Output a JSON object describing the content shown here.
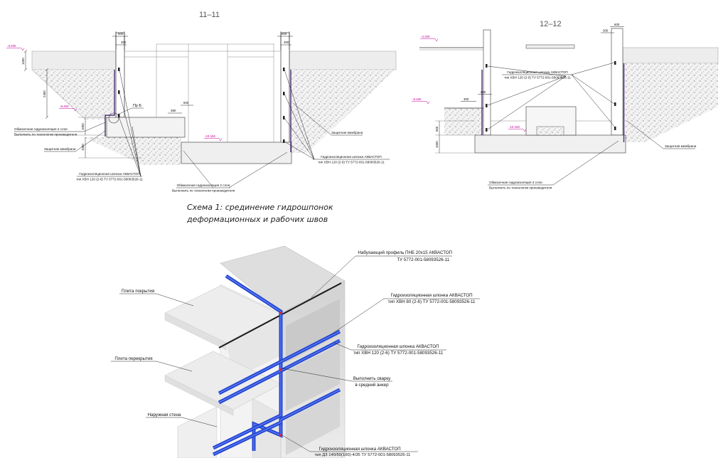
{
  "section_11": {
    "title": "11–11",
    "levels": [
      "-3.200",
      "-8.450",
      "-10.150"
    ],
    "dims": [
      "600",
      "300",
      "1000",
      "2400",
      "1000",
      "1000",
      "380",
      "600",
      "600",
      "300"
    ],
    "node_ref": "Пр Б",
    "coating": {
      "line1": "Обмазочная гидроизоляция 2 слоя",
      "line2": "Выполнить по технологии производителя"
    },
    "membrane_left": "Защитная мембрана",
    "membrane_right": "Защитная мембрана",
    "waterstop_left": {
      "line1": "Гидроизоляционная шпонка АКВАСТОП",
      "line2": "тип ХВН 120 (2-6) ТУ 5772-001-58093526-11"
    },
    "waterstop_right": {
      "line1": "Гидроизоляционная шпонка АКВАСТОП",
      "line2": "тип ХВН 120 (2-6) ТУ 5772-001-58093526-11"
    },
    "coating_bottom": {
      "line1": "Обмазочная гидроизоляция 2 слоя",
      "line2": "Выполнить по технологии производителя"
    }
  },
  "section_12": {
    "title": "12–12",
    "levels": [
      "-3.200",
      "-8.450",
      "-10.150"
    ],
    "dims": [
      "300",
      "600",
      "600",
      "300",
      "500",
      "1000"
    ],
    "waterstop": {
      "line1": "Гидроизоляционная шпонка АКВАСТОП",
      "line2": "тип ХВН 120 (2-6) ТУ 5772-001-58093526-11"
    },
    "membrane": "Защитная мембрана",
    "coating": {
      "line1": "Обмазочная гидроизоляция 2 слоя",
      "line2": "Выполнить по технологии производителя"
    }
  },
  "caption": {
    "line1": "Схема 1: срединение гидрошпонок",
    "line2": "деформационных и рабочих швов"
  },
  "iso": {
    "profile": {
      "line1": "Набухающий профиль ПНБ 20х15 АКВАСТОП",
      "line2": "ТУ 5772-001-58093526-11"
    },
    "roof_slab": "Плита покрытия",
    "waterstop_80": {
      "line1": "Гидроизоляционная шпонка АКВАСТОП",
      "line2": "тип ХВН 80 (2-6) ТУ 5772-001-58093526-11"
    },
    "waterstop_120": {
      "line1": "Гидроизоляционная шпонка АКВАСТОП",
      "line2": "тип ХВН 120 (2-6) ТУ 5772-001-58093526-11"
    },
    "floor_slab": "Плита перекрытия",
    "weld": {
      "line1": "Выполнить сварку",
      "line2": "в средний анкер"
    },
    "outer_wall": "Наружная стена",
    "waterstop_dz": {
      "line1": "Гидроизоляционная шпонка АКВАСТОП",
      "line2": "тип ДЗ 140/50(100)-4/35 ТУ 5772-001-58093526-11"
    }
  },
  "colors": {
    "waterstop_blue": "#2447d0",
    "membrane": "#4a2c73",
    "level_marker": "#c0009a"
  }
}
